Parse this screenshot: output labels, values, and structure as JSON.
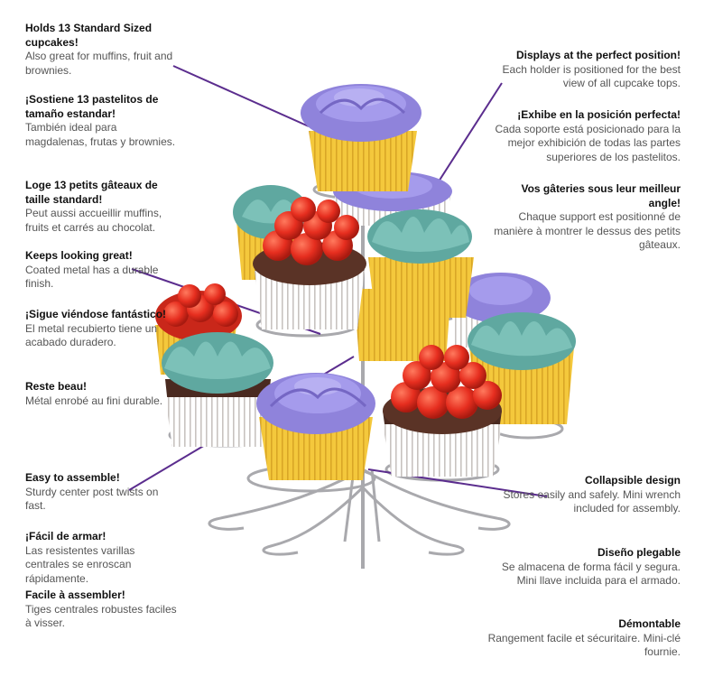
{
  "features": {
    "capacity": [
      {
        "title": "Holds 13 Standard Sized cupcakes!",
        "desc": "Also great for muffins, fruit and brownies."
      },
      {
        "title": "¡Sostiene 13 pastelitos de tamaño estandar!",
        "desc": "También ideal para magdalenas, frutas y brownies."
      },
      {
        "title": "Loge 13 petits gâteaux de taille standard!",
        "desc": "Peut aussi accueillir muffins, fruits et carrés au chocolat."
      }
    ],
    "finish": [
      {
        "title": "Keeps looking great!",
        "desc": "Coated metal has a durable finish."
      },
      {
        "title": "¡Sigue viéndose fantástico!",
        "desc": "El metal recubierto tiene un acabado duradero."
      },
      {
        "title": "Reste beau!",
        "desc": "Métal enrobé au fini durable."
      }
    ],
    "assembly": [
      {
        "title": "Easy to assemble!",
        "desc": "Sturdy center post twists on fast."
      },
      {
        "title": "¡Fácil de armar!",
        "desc": "Las resistentes varillas centrales se enroscan rápidamente."
      },
      {
        "title": "Facile à assembler!",
        "desc": "Tiges centrales robustes faciles à visser."
      }
    ],
    "display": [
      {
        "title": "Displays at the perfect position!",
        "desc": "Each holder is positioned for the best view of all cupcake tops."
      },
      {
        "title": "¡Exhibe en la posición perfecta!",
        "desc": "Cada soporte está posicionado para la mejor exhibición de todas las partes superiores de los pastelitos."
      },
      {
        "title": "Vos gâteries sous leur meilleur angle!",
        "desc": "Chaque support est positionné de manière à montrer le dessus des petits gâteaux."
      }
    ],
    "collapsible": [
      {
        "title": "Collapsible design",
        "desc": "Stores easily and safely. Mini wrench included for assembly."
      },
      {
        "title": "Diseño plegable",
        "desc": "Se almacena de forma fácil y segura. Mini llave incluida para el armado."
      },
      {
        "title": "Démontable",
        "desc": "Rangement facile et sécuritaire. Mini-clé fournie."
      }
    ]
  },
  "colors": {
    "pointer": "#5b2d8e",
    "purple_frosting": "#8f83db",
    "teal_frosting": "#5fa8a0",
    "red_frosting": "#e23a2a",
    "yellow_wrapper": "#f2c43a",
    "brown_wrapper": "#5a3326",
    "wire": "#a9a9ad"
  }
}
